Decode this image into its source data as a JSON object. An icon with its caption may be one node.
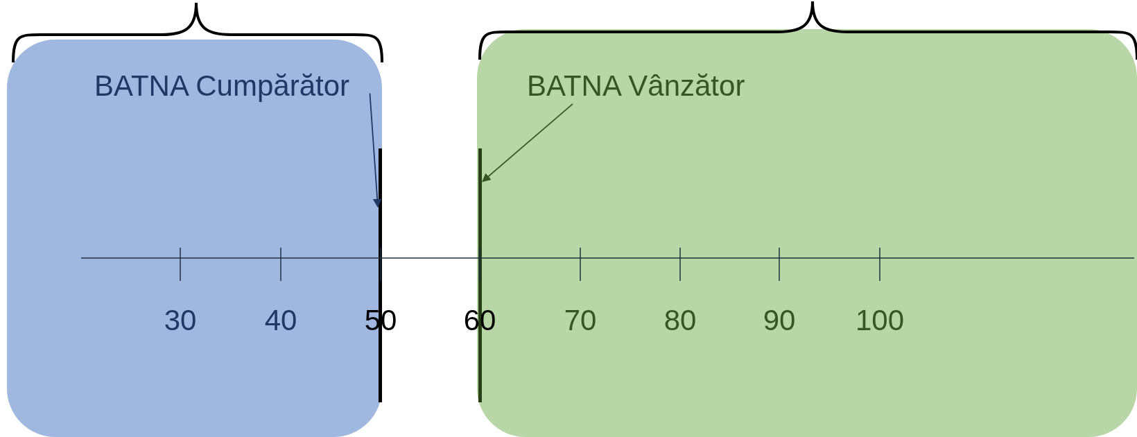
{
  "diagram": {
    "nodes": [
      {
        "text": [],
        "shape": "box"
      },
      {
        "text": [
          "BATNA Cumpărător"
        ],
        "in": 0
      },
      {
        "text": [],
        "shape": "bar",
        "in": 0
      },
      {
        "text": [],
        "shape": "box"
      },
      {
        "text": [
          "BATNA Vânzător"
        ],
        "in": 3
      },
      {
        "text": [],
        "shape": "bar",
        "in": 3
      }
    ],
    "edges": [
      {
        "from": 1,
        "to": 2,
        "arrow": "to",
        "color": "#1f3864"
      },
      {
        "from": 4,
        "to": 5,
        "arrow": "to",
        "color": "#375623"
      }
    ],
    "labels": [
      "30",
      "40",
      "50",
      "60",
      "70",
      "80",
      "90",
      "100"
    ]
  }
}
